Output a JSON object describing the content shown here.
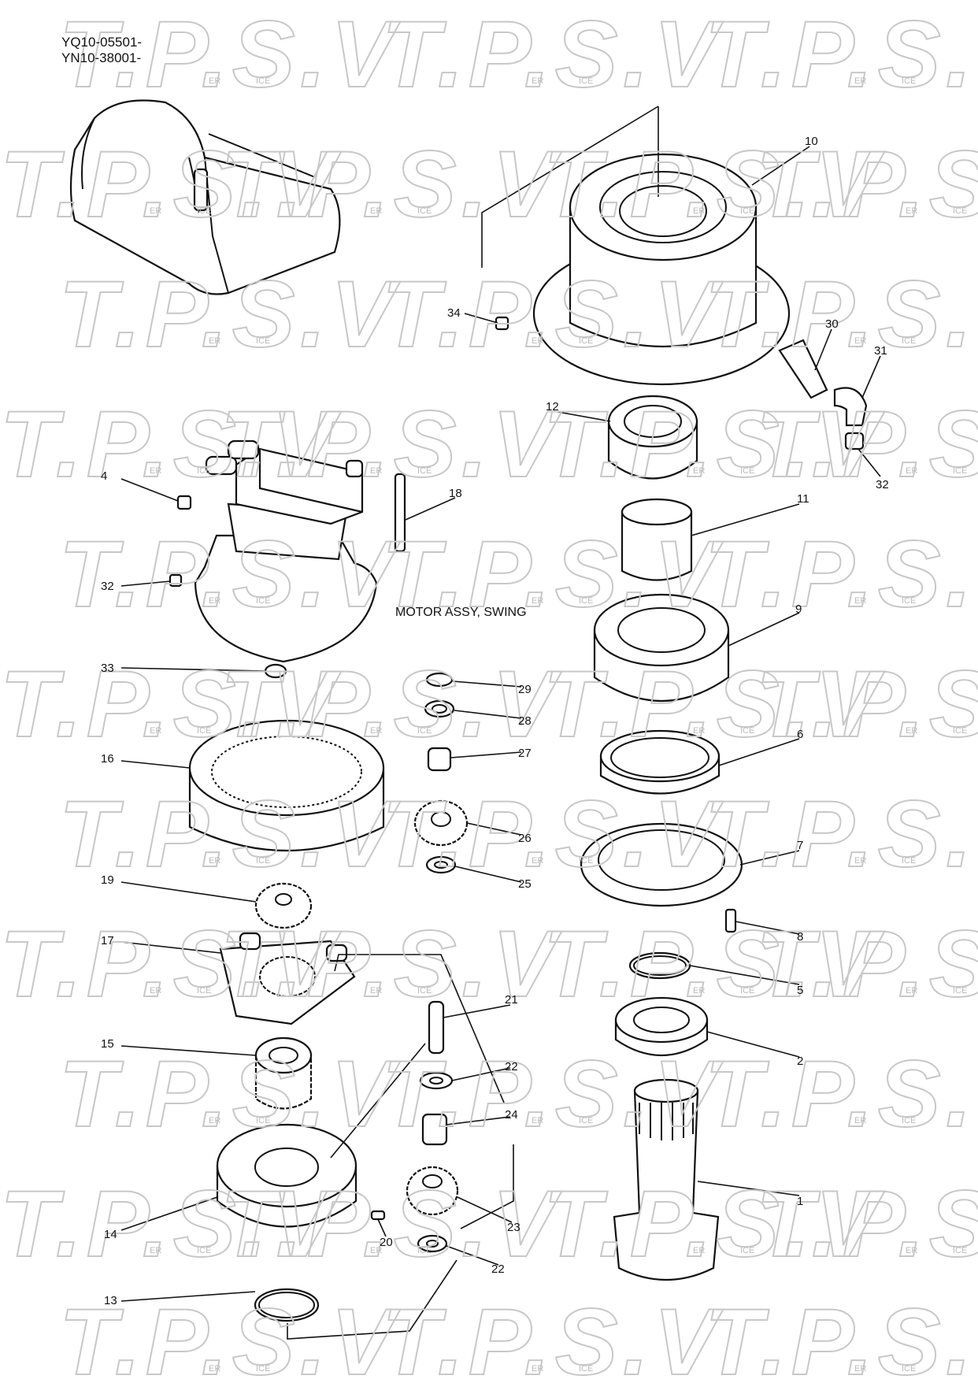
{
  "header": {
    "serial_1": "YQ10-05501-",
    "serial_2": "YN10-38001-"
  },
  "assembly_title": "MOTOR ASSY, SWING",
  "watermark": {
    "logo": "T.P.S.V",
    "suffix_1": "ER",
    "suffix_2": "ICE"
  },
  "callouts": {
    "c1": "1",
    "c2": "2",
    "c4": "4",
    "c5": "5",
    "c6": "6",
    "c7": "7",
    "c8": "8",
    "c9": "9",
    "c10": "10",
    "c11": "11",
    "c12": "12",
    "c13": "13",
    "c14": "14",
    "c15": "15",
    "c16": "16",
    "c17": "17",
    "c18": "18",
    "c19": "19",
    "c20": "20",
    "c21": "21",
    "c22a": "22",
    "c22b": "22",
    "c23": "23",
    "c24": "24",
    "c25": "25",
    "c26": "26",
    "c27": "27",
    "c28": "28",
    "c29": "29",
    "c30": "30",
    "c31": "31",
    "c32a": "32",
    "c32b": "32",
    "c33": "33",
    "c34": "34"
  }
}
